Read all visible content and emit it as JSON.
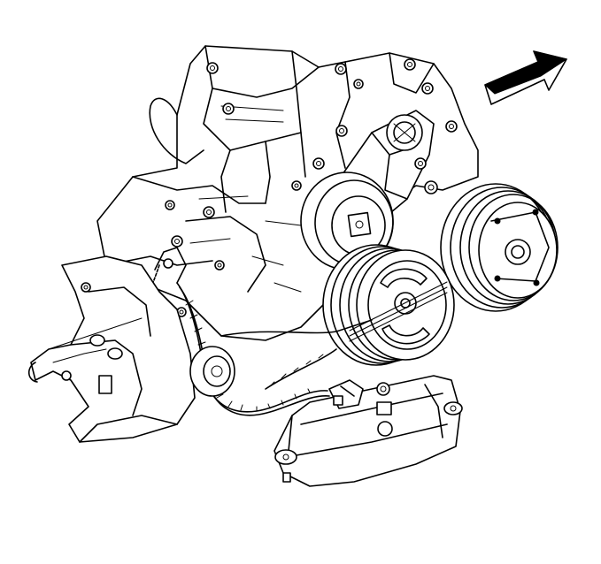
{
  "diagram": {
    "background_color": "#ffffff",
    "line_color": "#000000",
    "direction_arrow": {
      "icon": "arrow-icon",
      "direction": "up-right",
      "fill_upper": "#000000",
      "fill_lower": "#ffffff"
    },
    "parts": [
      "engine-block",
      "belt-tensioner",
      "tensioner-pulley",
      "crankshaft-pulley",
      "ac-compressor-pulley",
      "oil-pan",
      "wiring-harness",
      "crankshaft-sensor",
      "starter-motor"
    ]
  }
}
